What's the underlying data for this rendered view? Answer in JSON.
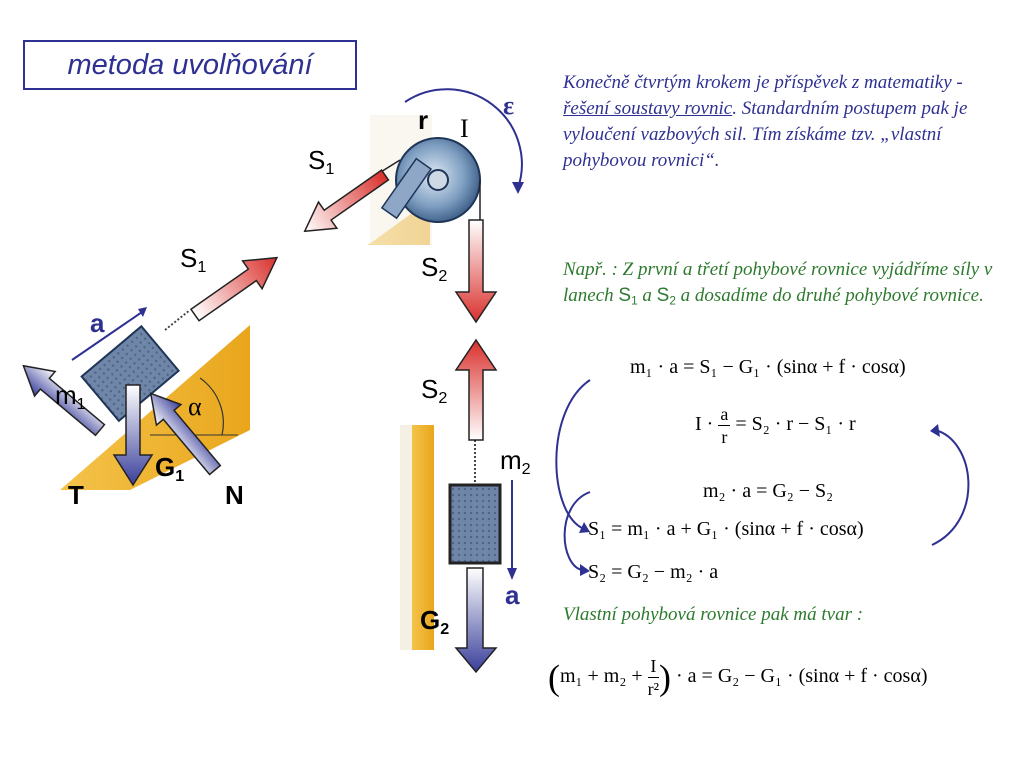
{
  "title": "metoda uvolňování",
  "text": {
    "p1_a": "Konečně čtvrtým krokem je příspěvek z matematiky - ",
    "p1_link": "řešení soustavy rovnic",
    "p1_b": ". Standardním postupem pak je vyloučení vazbových sil. Tím získáme tzv. „vlastní pohybovou rovnici“.",
    "p2_a": "Např. : Z první a třetí pohybové rovnice vyjádříme síly v lanech ",
    "p2_s1": "S",
    "p2_s1_sub": "1",
    "p2_mid": " a ",
    "p2_s2": "S",
    "p2_s2_sub": "2",
    "p2_b": " a dosadíme do druhé pohybové rovnice.",
    "p3": "Vlastní pohybová rovnice pak má tvar :"
  },
  "equations": {
    "eq1": "m₁ · a = S₁ − G₁ · (sinα + f · cosα)",
    "eq2_left": "I ·",
    "eq2_num": "a",
    "eq2_den": "r",
    "eq2_right": "= S₂ · r − S₁ · r",
    "eq3": "m₂ · a = G₂ − S₂",
    "eq4": "S₁ = m₁ · a + G₁ · (sinα + f · cosα)",
    "eq5": "S₂ = G₂ − m₂ · a",
    "final_left": "m₁ + m₂ +",
    "final_num": "I",
    "final_den": "r²",
    "final_right": "· a = G₂ − G₁ · (sinα + f · cosα)"
  },
  "labels": {
    "r": "r",
    "I": "I",
    "epsilon": "ε",
    "S1_top": "S",
    "S1_top_sub": "1",
    "S1_mid": "S",
    "S1_mid_sub": "1",
    "S2_top": "S",
    "S2_top_sub": "2",
    "S2_low": "S",
    "S2_low_sub": "2",
    "a_left": "a",
    "m1": "m",
    "m1_sub": "1",
    "alpha": "α",
    "G1": "G",
    "G1_sub": "1",
    "T": "T",
    "N": "N",
    "m2": "m",
    "m2_sub": "2",
    "a_right": "a",
    "G2": "G",
    "G2_sub": "2"
  },
  "colors": {
    "title": "#2e3192",
    "text_blue": "#2e3192",
    "text_green": "#2d7a2e",
    "arrow_red": "#d9302c",
    "arrow_blue": "#3a3f9a",
    "incline": "#f0b62a"
  }
}
